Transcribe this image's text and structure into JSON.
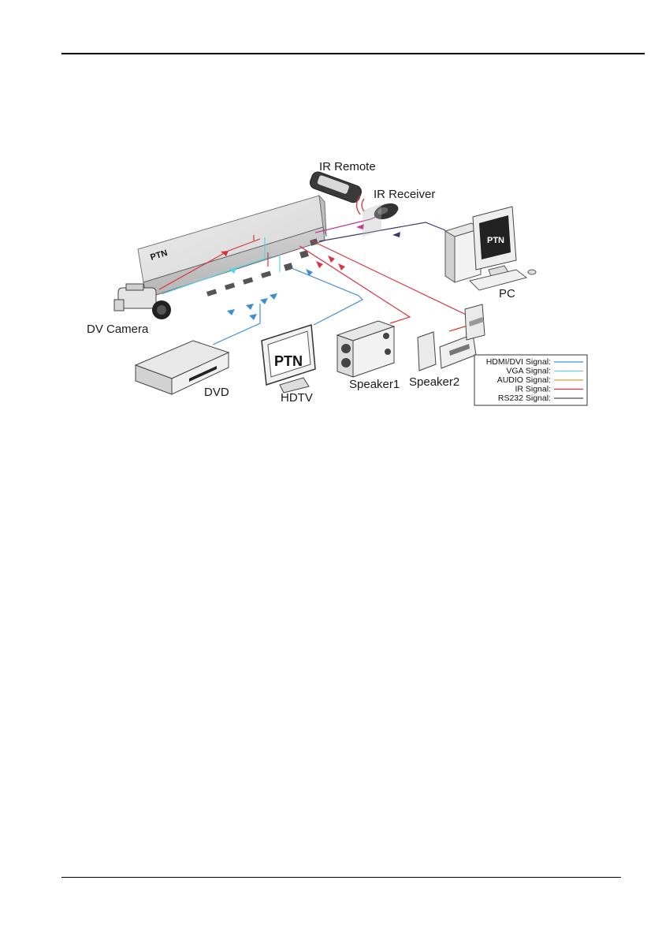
{
  "labels": {
    "ir_remote": "IR Remote",
    "ir_receiver": "IR Receiver",
    "pc": "PC",
    "dv_camera": "DV Camera",
    "dvd": "DVD",
    "hdtv": "HDTV",
    "speaker1": "Speaker1",
    "speaker2": "Speaker2"
  },
  "brand": {
    "logo_text": "PTN"
  },
  "legend": [
    {
      "label": "HDMI/DVI  Signal:",
      "color": "#3d8fd1"
    },
    {
      "label": "VGA  Signal:",
      "color": "#5ad0e8"
    },
    {
      "label": "AUDIO  Signal:",
      "color": "#e39a3a"
    },
    {
      "label": "IR  Signal:",
      "color": "#d8343f"
    },
    {
      "label": "RS232  Signal:",
      "color": "#4a4a6a"
    }
  ],
  "colors": {
    "hdmi": "#3d8fd1",
    "vga": "#5ad0e8",
    "audio": "#e39a3a",
    "ir": "#d8343f",
    "rs232": "#3a3a6a",
    "ir_receiver_link": "#c0399a"
  }
}
